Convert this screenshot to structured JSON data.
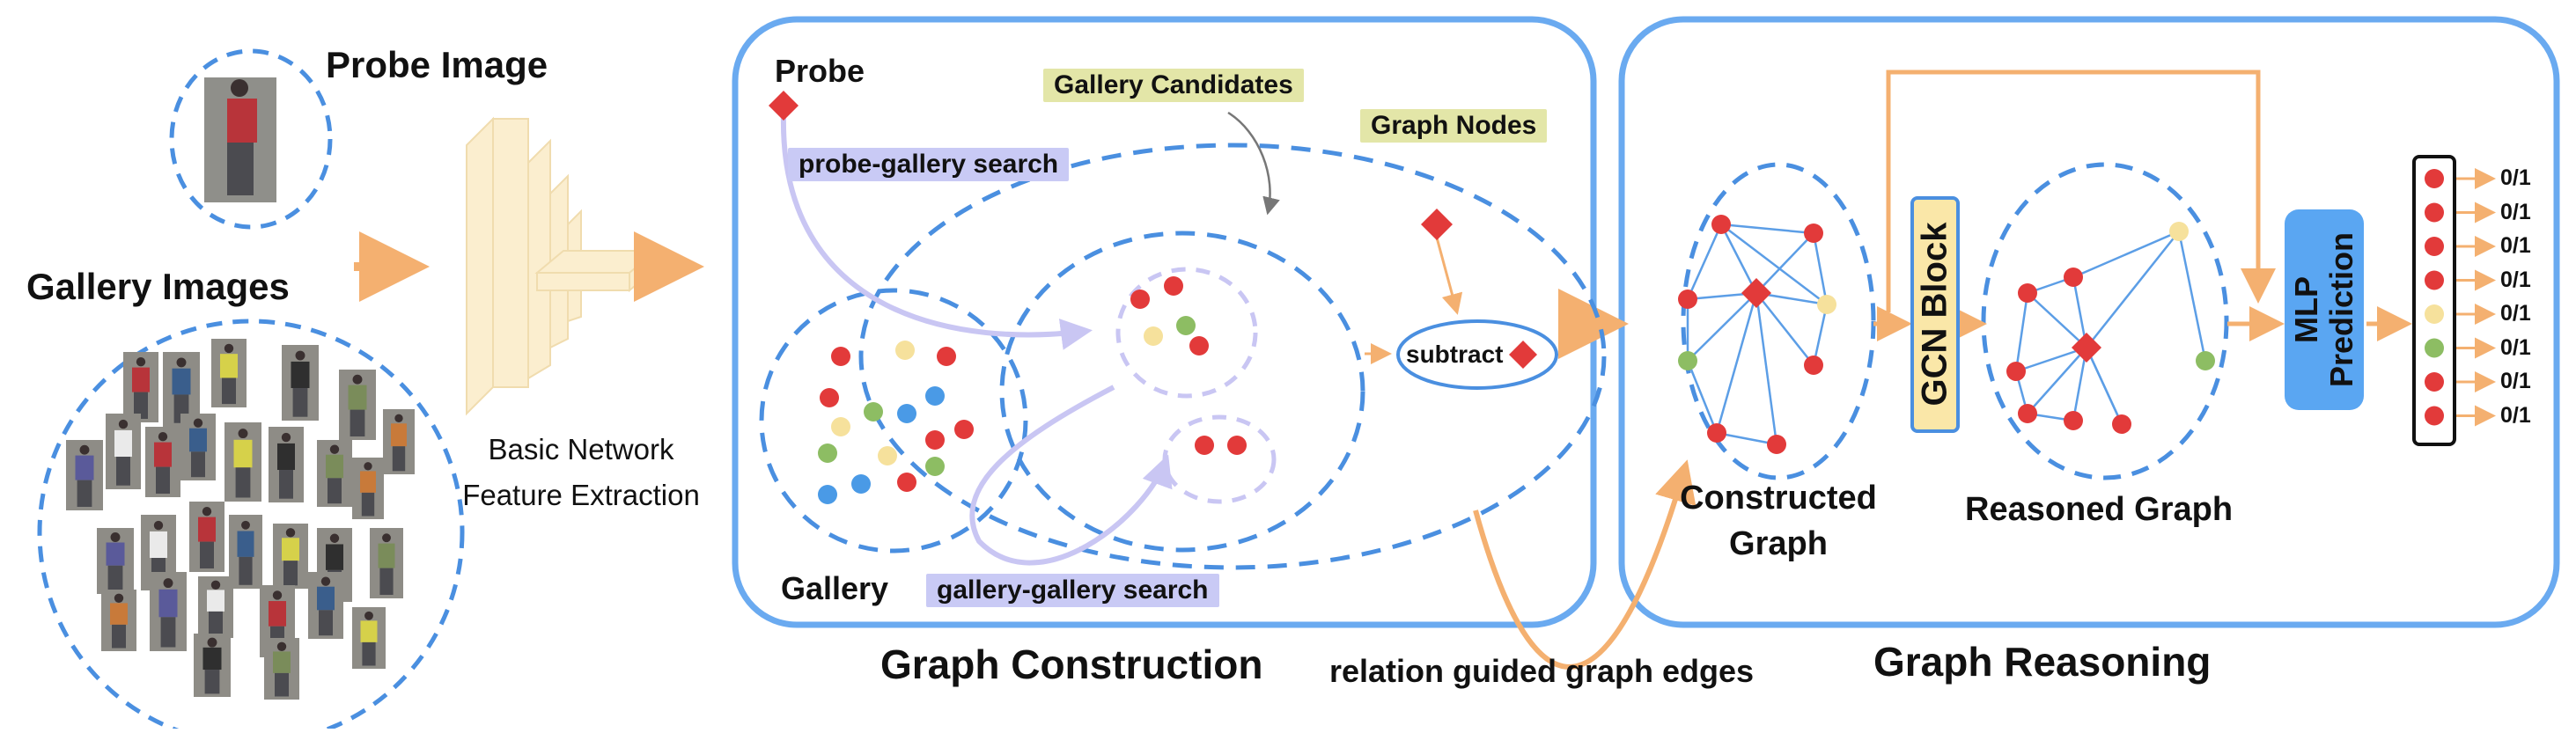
{
  "labels": {
    "probe_image": "Probe Image",
    "gallery_images": "Gallery Images",
    "basic_network_line1": "Basic Network",
    "basic_network_line2": "Feature Extraction",
    "probe": "Probe",
    "gallery": "Gallery",
    "gallery_candidates": "Gallery Candidates",
    "graph_nodes": "Graph Nodes",
    "probe_gallery_search": "probe-gallery search",
    "gallery_gallery_search": "gallery-gallery search",
    "subtract": "subtract",
    "graph_construction": "Graph Construction",
    "relation_edges": "relation guided graph edges",
    "graph_reasoning": "Graph Reasoning",
    "constructed_graph_line1": "Constructed",
    "constructed_graph_line2": "Graph",
    "reasoned_graph": "Reasoned Graph",
    "gcn_block": "GCN Block",
    "mlp_line1": "MLP",
    "mlp_line2": "Prediction"
  },
  "outputs": [
    "0/1",
    "0/1",
    "0/1",
    "0/1",
    "0/1",
    "0/1",
    "0/1",
    "0/1"
  ],
  "colors": {
    "panel_border": "#6aaaf0",
    "dashed": "#4a8fe0",
    "chip_yellow": "#e3e6a8",
    "chip_purple": "#c9caf5",
    "arrow_orange": "#f4b070",
    "search_arrow": "#c9c6f3",
    "node_red": "#e23a3a",
    "node_yellow": "#f6e19c",
    "node_green": "#8dbd63",
    "node_blue": "#4a9ae6",
    "edge_blue": "#5c9ee6",
    "gcn_fill": "#fae7a8",
    "mlp_fill": "#5aa6f2",
    "cube_fill": "#fbeecf"
  },
  "icons": [
    "person-photo-icon",
    "feature-extractor-cube-icon"
  ]
}
